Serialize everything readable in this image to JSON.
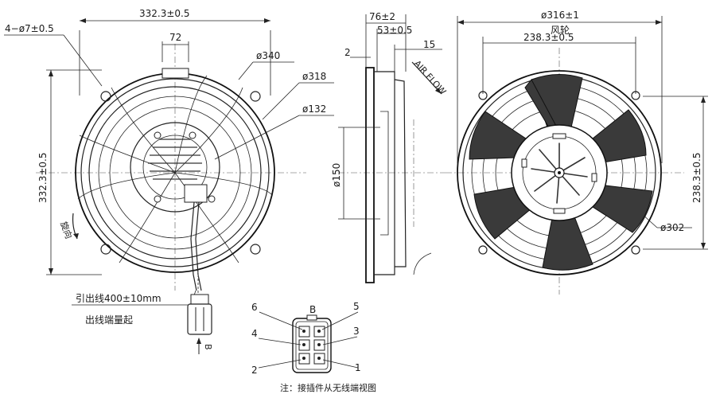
{
  "front_view": {
    "width_dim": "332.3±0.5",
    "height_dim": "332.3±0.5",
    "mount_holes": "4−ø7±0.5",
    "slot_dim": "72",
    "dia_outer": "ø340",
    "dia_mid": "ø318",
    "dia_hub": "ø132",
    "rotation_label": "旋向",
    "lead_wire": "引出线400±10mm",
    "lead_wire_note": "出线端量起",
    "view_b": "B"
  },
  "side_view": {
    "depth_total": "76±2",
    "depth_mid": "53±0.5",
    "dim_2": "2",
    "dim_15": "15",
    "dia_motor": "ø150",
    "airflow": "AIR FLOW"
  },
  "rear_view": {
    "dia_top": "ø316±1",
    "impeller_label": "风轮",
    "width_dim": "238.3±0.5",
    "height_dim": "238.3±0.5",
    "dia_302": "ø302"
  },
  "connector": {
    "title": "B",
    "pins": [
      "1",
      "2",
      "3",
      "4",
      "5",
      "6"
    ],
    "note": "注：接插件从无线端视图"
  }
}
